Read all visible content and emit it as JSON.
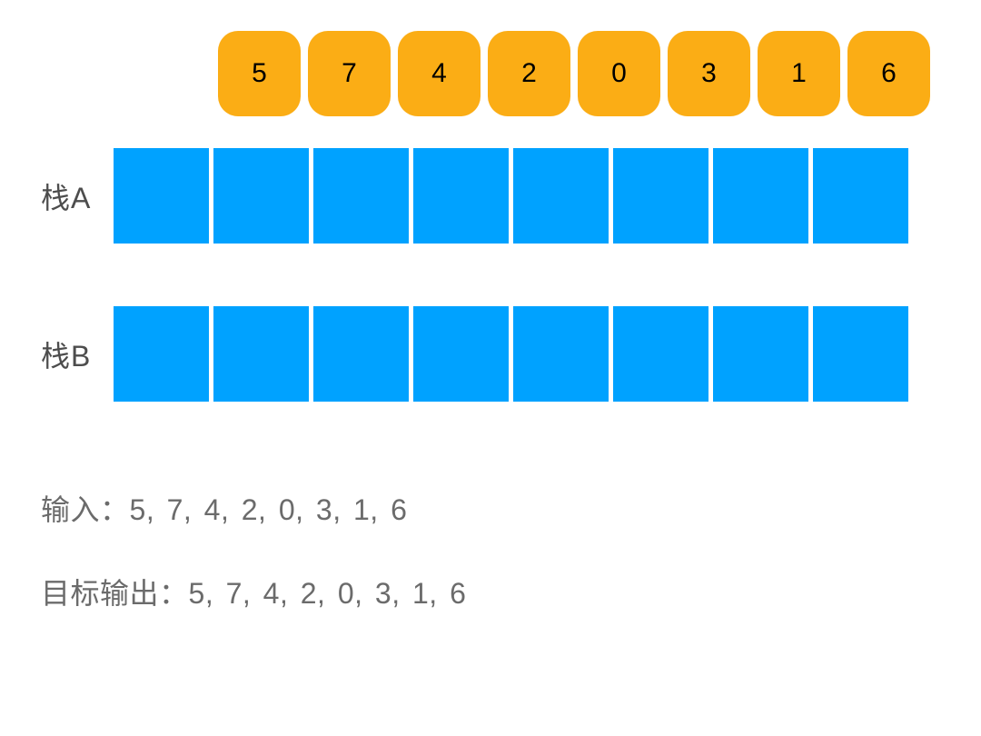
{
  "queue": {
    "items": [
      "5",
      "7",
      "4",
      "2",
      "0",
      "3",
      "1",
      "6"
    ]
  },
  "stacks": [
    {
      "label": "栈A",
      "slots": [
        "",
        "",
        "",
        "",
        "",
        "",
        "",
        ""
      ]
    },
    {
      "label": "栈B",
      "slots": [
        "",
        "",
        "",
        "",
        "",
        "",
        "",
        ""
      ]
    }
  ],
  "input": {
    "label": "输入：",
    "values": "5, 7, 4, 2, 0, 3, 1, 6"
  },
  "target_output": {
    "label": "目标输出：",
    "values": "5, 7, 4, 2, 0, 3, 1, 6"
  },
  "colors": {
    "page_background": "#FFFFFF",
    "tile_background": "#FBAD15",
    "tile_text": "#000000",
    "slot_background": "#00A2FF",
    "stack_label_text": "#4D4D4D",
    "info_text": "#6B6B6B"
  }
}
